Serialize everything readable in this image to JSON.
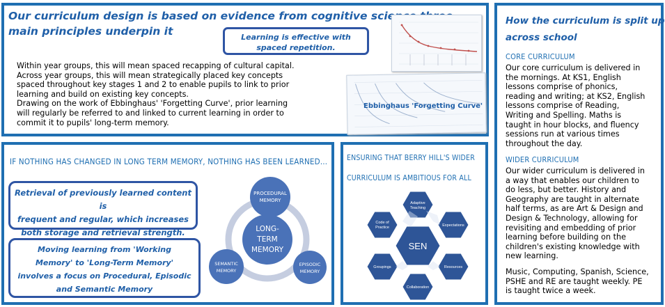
{
  "top_panel": {
    "title_line1": "Our curriculum design is based on evidence from cognitive science three",
    "title_line2": "main principles underpin it",
    "callout": "Learning is effective with spaced repetition.",
    "paragraph": [
      "Within year groups, this will mean spaced recapping of cultural capital.",
      "Across year groups, this will mean strategically placed key concepts",
      "spaced throughout key stages 1 and 2 to enable pupils to link to prior",
      "learning and build on existing key concepts.",
      "Drawing on the work of Ebbinghaus' 'Forgetting Curve', prior learning",
      "will regularly be referred to and linked to current learning in order to",
      "commit it to pupils' long-term memory."
    ],
    "chart_caption": "Ebbinghaus 'Forgetting Curve'"
  },
  "memory_panel": {
    "heading": "If nothing has changed in long term memory, nothing has been learned…",
    "callout1": [
      "Retrieval of previously learned content is",
      "frequent and regular, which increases",
      "both storage and retrieval strength."
    ],
    "callout2": [
      "Moving learning from  'Working",
      "Memory' to 'Long-Term Memory'",
      "involves a focus on Procedural, Episodic",
      "and Semantic Memory"
    ],
    "center": [
      "LONG-",
      "TERM",
      "MEMORY"
    ],
    "procedural": [
      "PROCEDURAL",
      "MEMORY"
    ],
    "semantic": [
      "SEMANTIC",
      "MEMORY"
    ],
    "episodic": [
      "EPISODIC",
      "MEMORY"
    ]
  },
  "sen_panel": {
    "heading": [
      "Ensuring that Berry Hill's wider",
      "curriculum is ambitious for all"
    ],
    "center": "SEN",
    "hexes": {
      "adaptive": [
        "Adaptive",
        "Teaching"
      ],
      "expectations": [
        "Expectations"
      ],
      "resources": [
        "Resources"
      ],
      "collaboration": [
        "Collaboration"
      ],
      "groupings": [
        "Groupings"
      ],
      "code": [
        "Code of",
        "Practice"
      ]
    }
  },
  "right_panel": {
    "title": [
      "How the curriculum is split up",
      "across school"
    ],
    "core_heading": "Core Curriculum",
    "core_text": [
      "Our core curriculum is delivered in",
      "the mornings. At KS1, English",
      "lessons comprise of phonics,",
      "reading and writing; at KS2, English",
      "lessons comprise of Reading,",
      "Writing and Spelling. Maths is",
      "taught in hour blocks, and fluency",
      "sessions run at various times",
      "throughout the day."
    ],
    "wider_heading": "Wider Curriculum",
    "wider_text": [
      "Our wider curriculum is delivered in",
      "a way that enables our children to",
      "do less, but better. History and",
      "Geography are taught in alternate",
      "half terms, as are Art & Design and",
      "Design & Technology, allowing for",
      "revisiting and embedding of prior",
      "learning before building on the",
      "children's existing knowledge with",
      "new learning."
    ],
    "extra_text": [
      "Music, Computing, Spanish, Science,",
      "PSHE and RE are taught weekly. PE",
      "is taught twice a week."
    ]
  },
  "colors": {
    "border": "#1f6fb2",
    "hex_fill": "#2e5597",
    "circle_fill": "#4a72b8",
    "ring": "#c5cde0"
  }
}
